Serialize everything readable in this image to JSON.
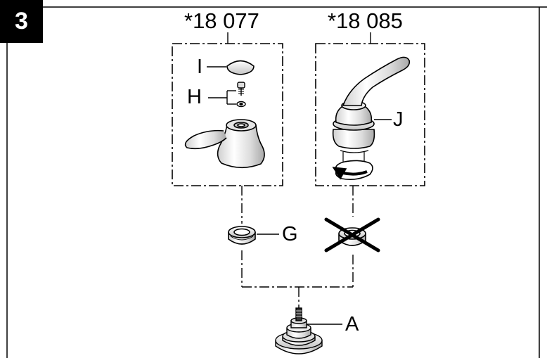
{
  "step": "3",
  "models": {
    "left": "*18 077",
    "right": "*18 085"
  },
  "parts": {
    "I": "I",
    "H": "H",
    "J": "J",
    "G": "G",
    "A": "A"
  }
}
